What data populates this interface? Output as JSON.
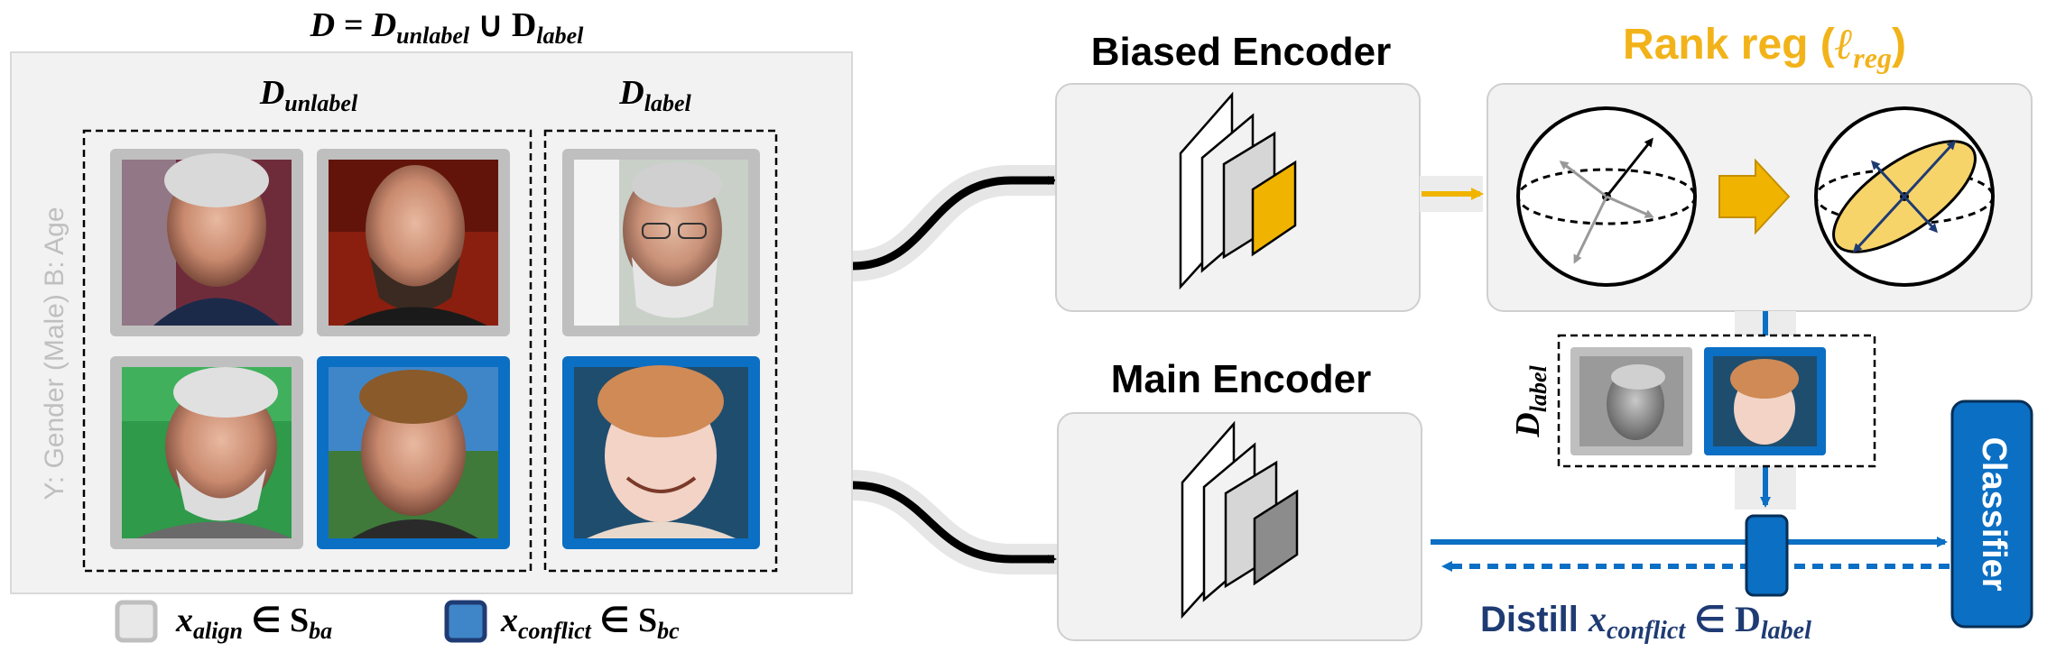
{
  "dataset_equation": "D = D",
  "dataset_equation_sub1": "unlabel",
  "dataset_equation_mid": " ∪ D",
  "dataset_equation_sub2": "label",
  "unlabel_set_label": "D",
  "unlabel_set_sub": "unlabel",
  "label_set_label": "D",
  "label_set_sub": "label",
  "side_caption": "Y: Gender (Male)  B: Age",
  "legend": {
    "align_symbol": "x",
    "align_sub": "align",
    "align_set": " ∈ S",
    "align_set_sub": "ba",
    "conflict_symbol": "x",
    "conflict_sub": "conflict",
    "conflict_set": " ∈ S",
    "conflict_set_sub": "bc"
  },
  "biased_encoder_title": "Biased Encoder",
  "main_encoder_title": "Main Encoder",
  "rank_reg_title": "Rank reg (",
  "rank_reg_symbol": "ℓ",
  "rank_reg_sub": "reg",
  "rank_reg_close": ")",
  "dlabel_small": "D",
  "dlabel_small_sub": "label",
  "classifier_label": "Classifier",
  "distill_prefix": "Distill ",
  "distill_symbol": "x",
  "distill_sub": "conflict",
  "distill_mid": " ∈ D",
  "distill_sub2": "label",
  "colors": {
    "panel_bg": "#f2f2f2",
    "gray_frame": "#bfbfbf",
    "blue": "#0b6fc4",
    "dark_blue": "#1f3b73",
    "gold": "#f0b400",
    "rank_title": "#f2b31a"
  }
}
